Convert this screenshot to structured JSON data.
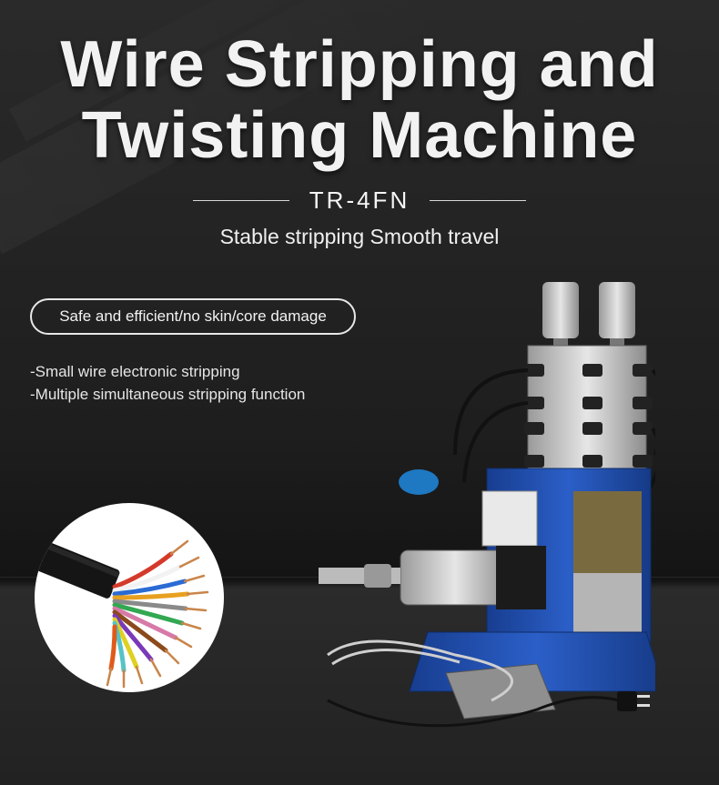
{
  "title": {
    "line1": "Wire Stripping and",
    "line2": "Twisting Machine"
  },
  "model": "TR-4FN",
  "subtitle": "Stable stripping Smooth travel",
  "badge": "Safe and efficient/no skin/core damage",
  "features": [
    "-Small wire electronic stripping",
    "-Multiple simultaneous stripping function"
  ],
  "colors": {
    "background": "#1e1e1e",
    "machine_base": "#1f4fb0",
    "text": "#f2f2f2"
  }
}
